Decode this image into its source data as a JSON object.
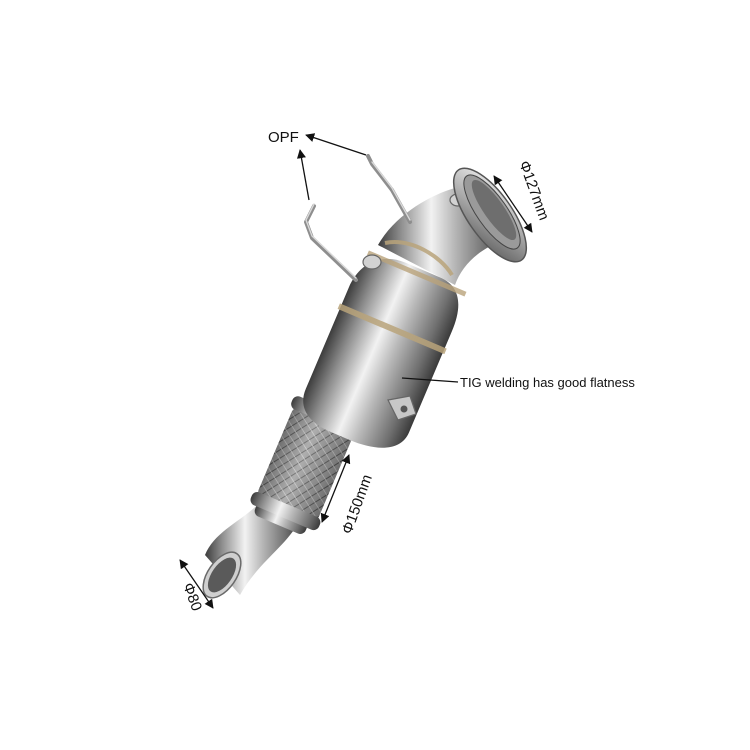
{
  "labels": {
    "opf": "OPF",
    "tig": "TIG welding has good flatness",
    "d127": "Φ127mm",
    "d150": "Φ150mm",
    "d80": "Φ80"
  },
  "colors": {
    "background": "#ffffff",
    "steel_light": "#e6e6e6",
    "steel_mid": "#9d9d9d",
    "steel_dark": "#4a4a4a",
    "weld_gold": "#b9a37a",
    "text": "#111111"
  }
}
